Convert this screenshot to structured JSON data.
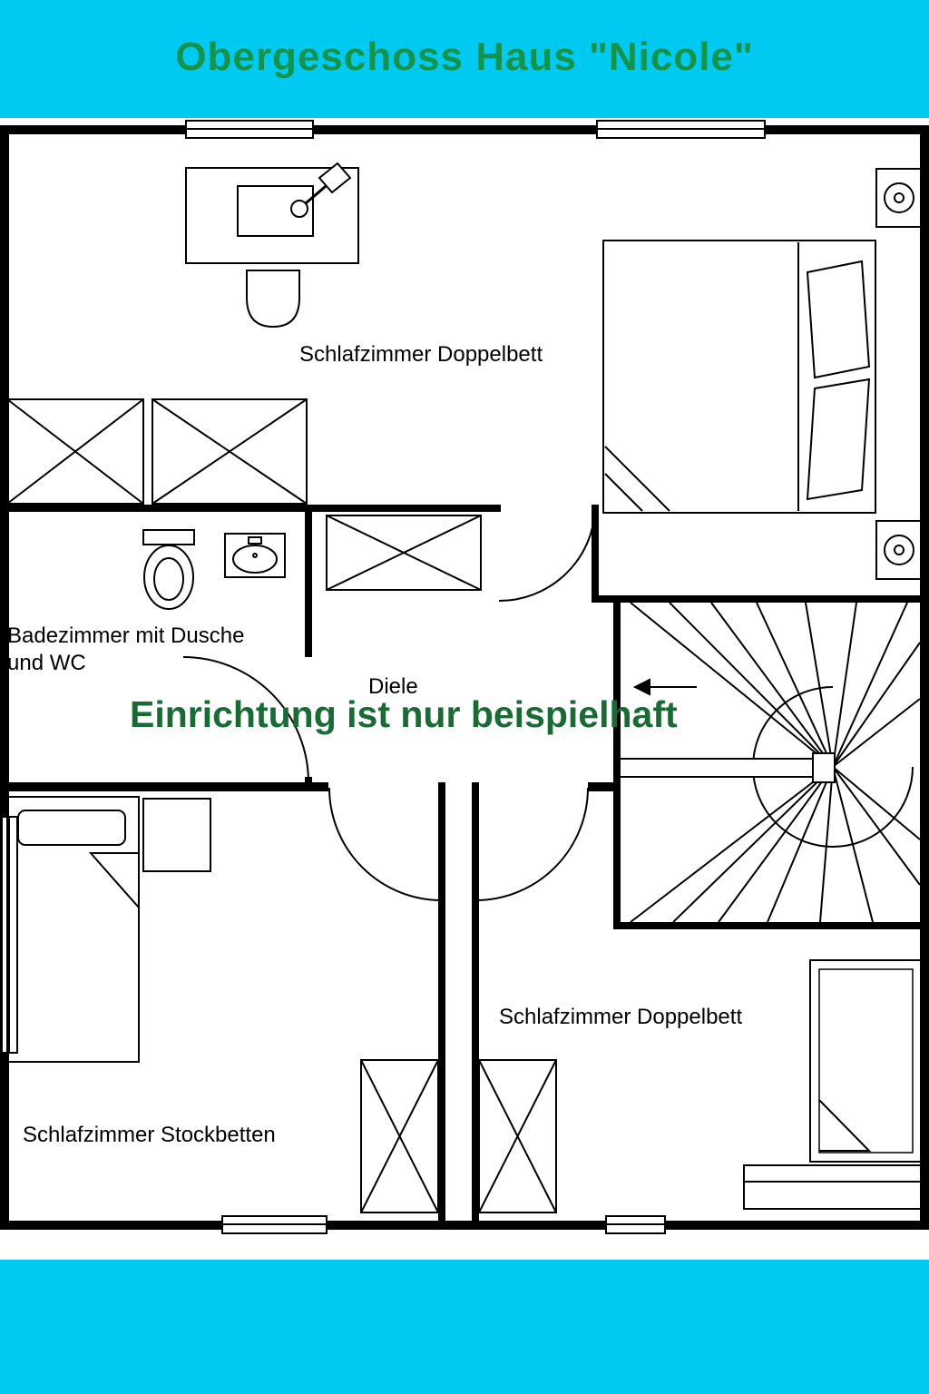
{
  "title": "Obergeschoss Haus \"Nicole\"",
  "colors": {
    "background_cyan": "#00CAF2",
    "plan_white": "#FFFFFF",
    "wall_black": "#000000",
    "title_green": "#159346",
    "annotation_green": "#176B33"
  },
  "rooms": {
    "bedroom_top": {
      "label": "Schlafzimmer Doppelbett"
    },
    "bathroom": {
      "label_line1": "Badezimmer mit Dusche",
      "label_line2": "und WC"
    },
    "hallway": {
      "label": "Diele"
    },
    "bedroom_right": {
      "label": "Schlafzimmer Doppelbett"
    },
    "bedroom_bottom_left": {
      "label": "Schlafzimmer Stockbetten"
    }
  },
  "annotation": "Einrichtung ist nur beispielhaft"
}
